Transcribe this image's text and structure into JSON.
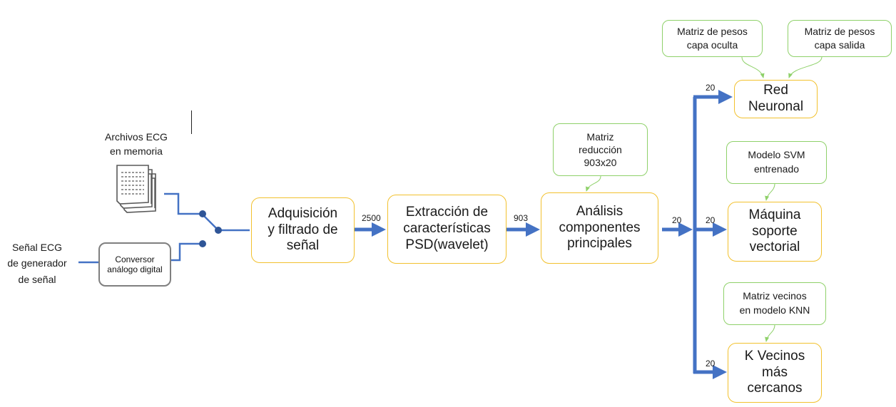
{
  "inputs": {
    "files_label": "Archivos ECG\nen memoria",
    "signal_label": "Señal ECG\nde generador\nde señal",
    "converter": "Conversor\nanálogo digital"
  },
  "blocks": {
    "acquisition": "Adquisición\ny filtrado de\nseñal",
    "extraction": "Extracción de\ncaracterísticas\nPSD(wavelet)",
    "pca": "Análisis\ncomponentes\nprincipales",
    "neural_net": "Red\nNeuronal",
    "svm": "Máquina\nsoporte\nvectorial",
    "knn": "K Vecinos\nmás\ncercanos"
  },
  "params": {
    "reduction_matrix": "Matriz\nreducción\n903x20",
    "hidden_weights": "Matriz de pesos\ncapa oculta",
    "output_weights": "Matriz de pesos\ncapa salida",
    "svm_model": "Modelo SVM\nentrenado",
    "knn_matrix": "Matriz vecinos\nen modelo KNN"
  },
  "dimensions": {
    "after_acquisition": "2500",
    "after_extraction": "903",
    "after_pca": "20",
    "to_neural_net": "20",
    "to_svm": "20",
    "to_knn": "20"
  },
  "colors": {
    "flow_arrow": "#4472c4",
    "process_border": "#f2c12e",
    "parameter_border": "#8fd16a",
    "converter_border": "#7f7f7f"
  }
}
